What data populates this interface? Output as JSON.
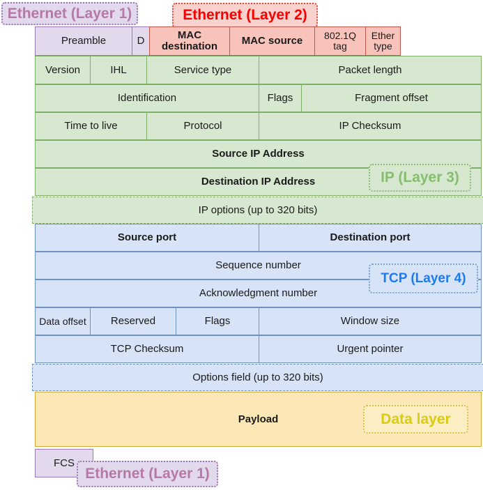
{
  "title": "TCP/IP packet structure over Ethernet",
  "colors": {
    "ethernet_l1_fill": "#e3d9ec",
    "ethernet_l1_border": "#9a77b5",
    "ethernet_l1_text": "#b678a8",
    "ethernet_l2_fill": "#f7c3bb",
    "ethernet_l2_border": "#c0564c",
    "ethernet_l2_text": "#f80000",
    "ip_fill": "#d7e8d0",
    "ip_border": "#7eae68",
    "ip_text": "#86bd6e",
    "tcp_fill": "#d7e3f7",
    "tcp_border": "#6f91c0",
    "tcp_text": "#1a7cf0",
    "data_fill": "#fbe8b6",
    "data_border": "#cfa93a",
    "data_text": "#d9cc12"
  },
  "badges": {
    "ethernet_l1_top": "Ethernet (Layer 1)",
    "ethernet_l2": "Ethernet (Layer 2)",
    "ip": "IP (Layer 3)",
    "tcp": "TCP (Layer 4)",
    "data": "Data layer",
    "ethernet_l1_bottom": "Ethernet (Layer 1)"
  },
  "rows": {
    "ethernet_header": [
      {
        "label": "Preamble",
        "layer": "ethernet-l1"
      },
      {
        "label": "D",
        "layer": "ethernet-l1"
      },
      {
        "label": "MAC destination",
        "layer": "ethernet-l2"
      },
      {
        "label": "MAC source",
        "layer": "ethernet-l2"
      },
      {
        "label": "802.1Q tag",
        "layer": "ethernet-l2"
      },
      {
        "label": "Ether type",
        "layer": "ethernet-l2"
      }
    ],
    "ip_row_1": [
      {
        "label": "Version"
      },
      {
        "label": "IHL"
      },
      {
        "label": "Service type"
      },
      {
        "label": "Packet length"
      }
    ],
    "ip_row_2": [
      {
        "label": "Identification"
      },
      {
        "label": "Flags"
      },
      {
        "label": "Fragment offset"
      }
    ],
    "ip_row_3": [
      {
        "label": "Time to live"
      },
      {
        "label": "Protocol"
      },
      {
        "label": "IP Checksum"
      }
    ],
    "ip_row_4": [
      {
        "label": "Source IP Address"
      }
    ],
    "ip_row_5": [
      {
        "label": "Destination IP Address"
      }
    ],
    "ip_row_6": [
      {
        "label": "IP options (up to 320 bits)"
      }
    ],
    "tcp_row_1": [
      {
        "label": "Source port"
      },
      {
        "label": "Destination port"
      }
    ],
    "tcp_row_2": [
      {
        "label": "Sequence number"
      }
    ],
    "tcp_row_3": [
      {
        "label": "Acknowledgment number"
      }
    ],
    "tcp_row_4": [
      {
        "label": "Data offset"
      },
      {
        "label": "Reserved"
      },
      {
        "label": "Flags"
      },
      {
        "label": "Window size"
      }
    ],
    "tcp_row_5": [
      {
        "label": "TCP Checksum"
      },
      {
        "label": "Urgent pointer"
      }
    ],
    "tcp_row_6": [
      {
        "label": "Options field (up to 320 bits)"
      }
    ],
    "payload_row": [
      {
        "label": "Payload"
      }
    ],
    "fcs_row": [
      {
        "label": "FCS"
      }
    ]
  }
}
